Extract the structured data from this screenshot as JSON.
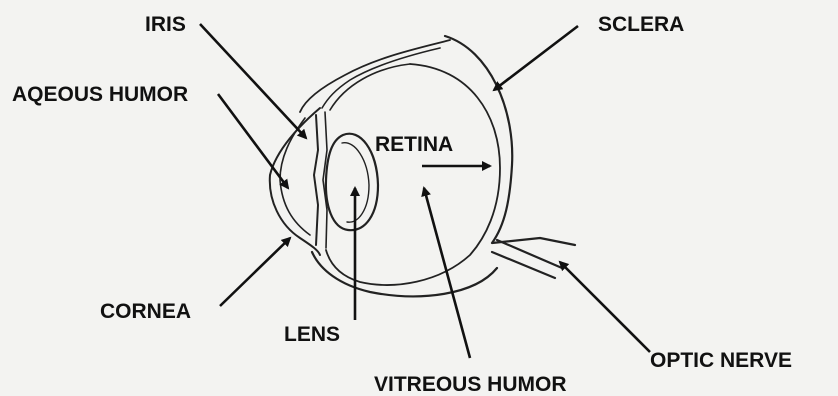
{
  "diagram": {
    "labels": {
      "iris": "IRIS",
      "aqueous_humor": "AQEOUS HUMOR",
      "sclera": "SCLERA",
      "retina": "RETINA",
      "cornea": "CORNEA",
      "lens": "LENS",
      "optic_nerve": "OPTIC NERVE",
      "vitreous_humor": "VITREOUS HUMOR"
    }
  }
}
